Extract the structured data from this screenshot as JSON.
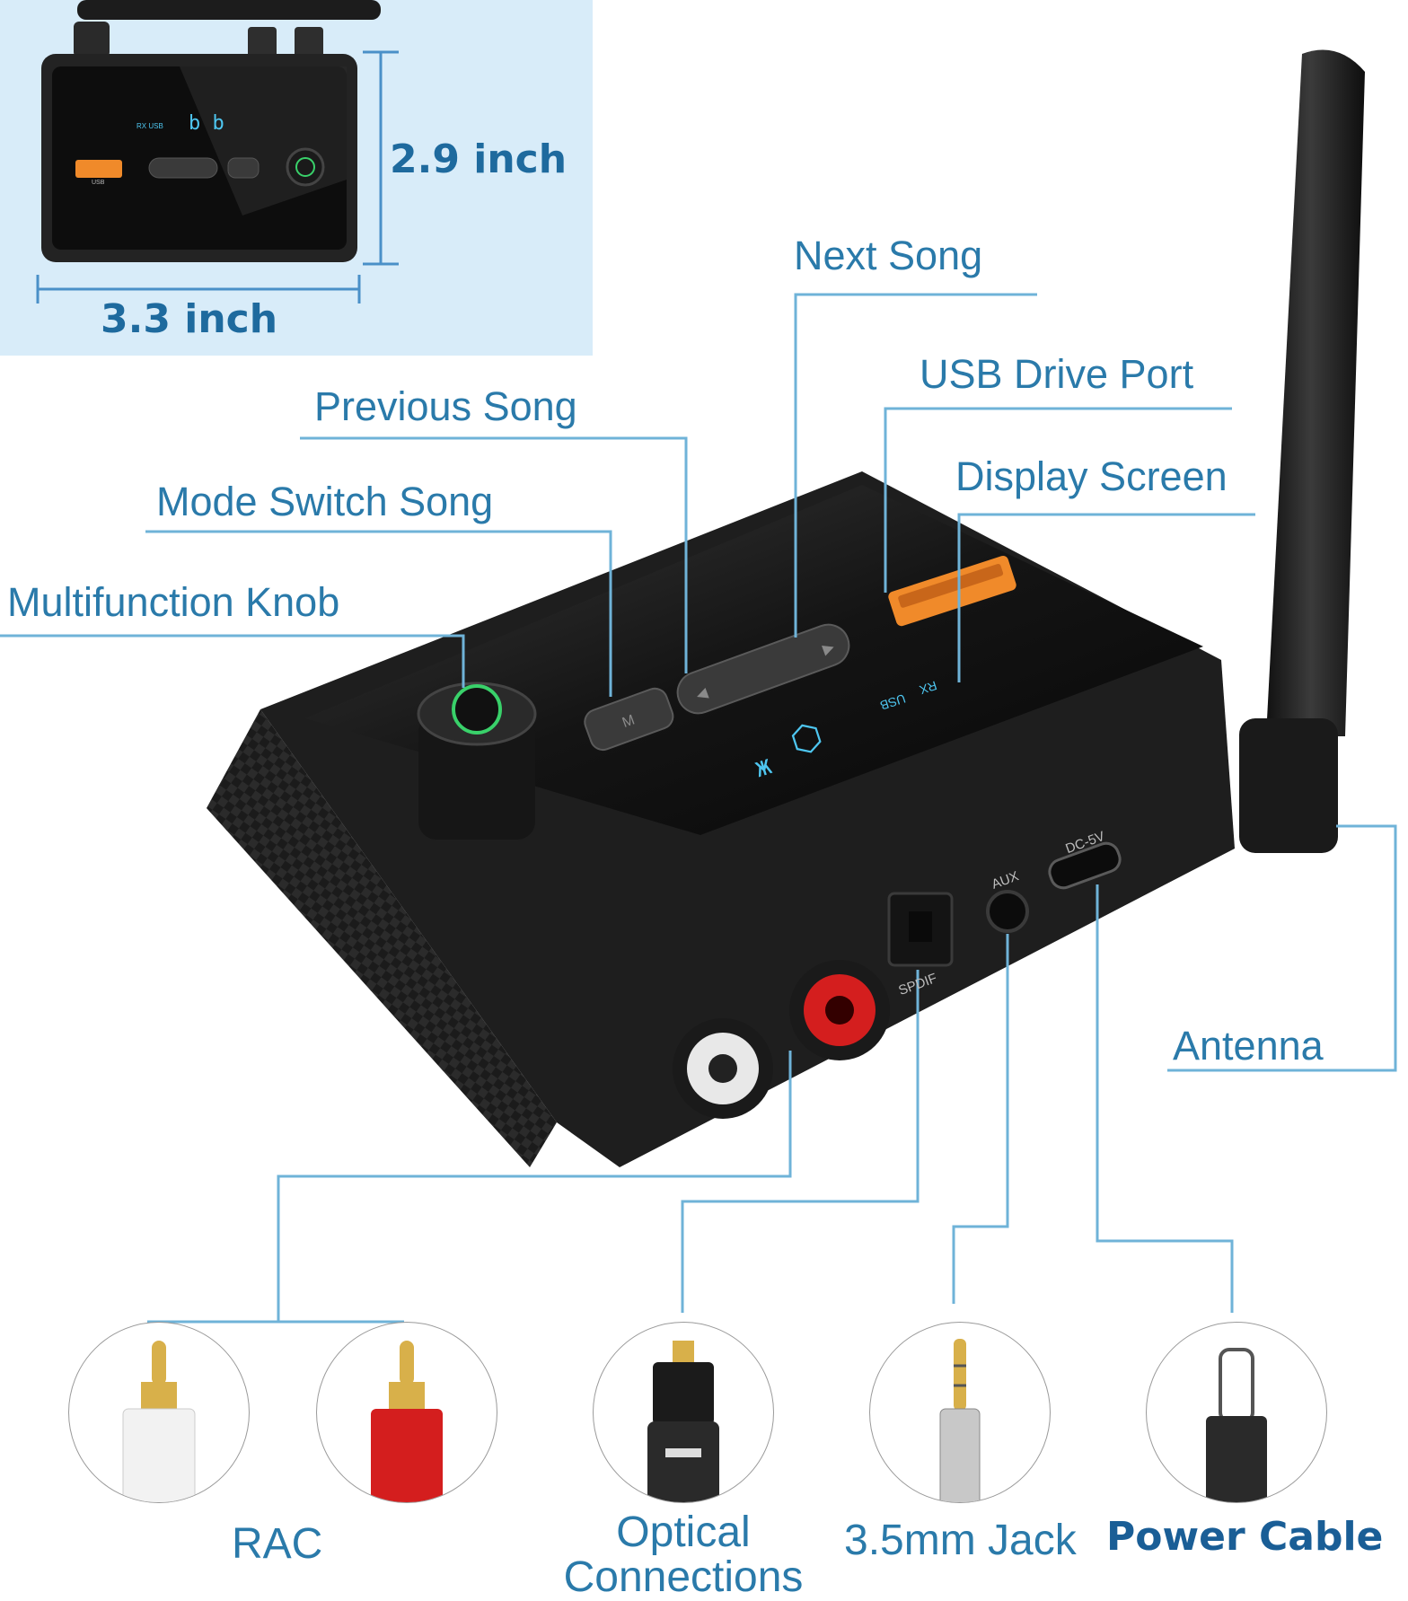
{
  "dimensions": {
    "height": "2.9 inch",
    "width": "3.3 inch"
  },
  "callouts": {
    "next_song": "Next Song",
    "usb_drive_port": "USB Drive Port",
    "previous_song": "Previous Song",
    "display_screen": "Display Screen",
    "mode_switch": "Mode Switch Song",
    "knob": "Multifunction Knob",
    "antenna": "Antenna"
  },
  "device_markings": {
    "rx": "RX",
    "usb": "USB",
    "small_usb": "USB",
    "aux": "AUX",
    "dc": "DC-5V",
    "spdif": "SPDIF"
  },
  "cables": {
    "rca": "RAC",
    "optical": "Optical Connections",
    "jack": "3.5mm Jack",
    "power": "Power Cable"
  },
  "colors": {
    "accent": "#2a7aaa",
    "leader_line": "#6fb3d8",
    "inset_bg": "#d8ecf9",
    "usb_orange": "#f08a2a",
    "knob_green": "#39d16a",
    "rca_white": "#f2f2f2",
    "rca_red": "#d41e1e",
    "gold": "#d8b04a"
  }
}
